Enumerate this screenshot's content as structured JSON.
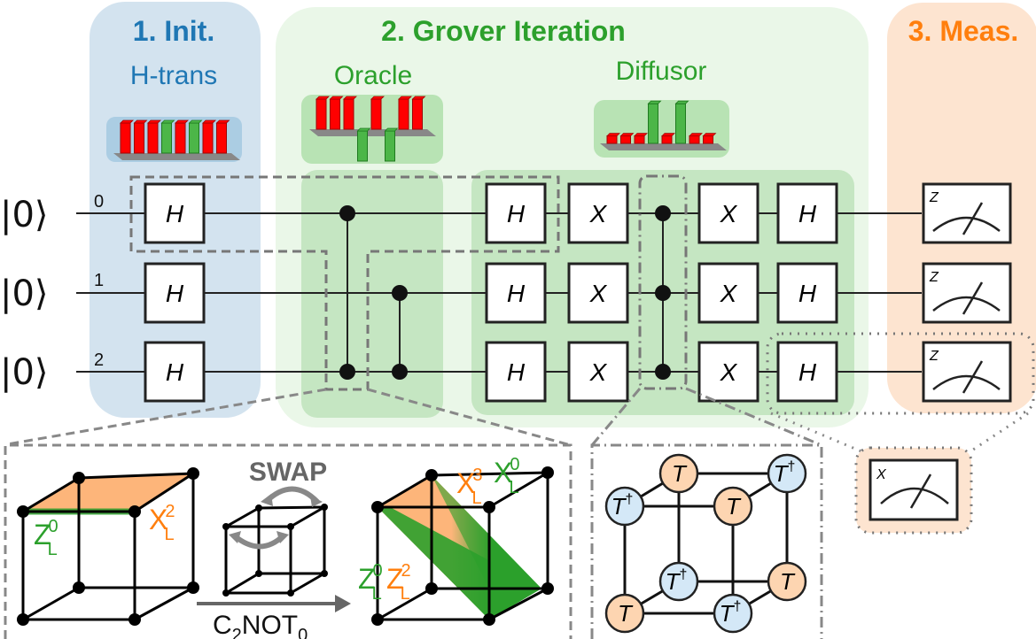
{
  "stages": {
    "init": {
      "title": "1. Init.",
      "subtitle": "H-trans",
      "color": "#1f77b4",
      "bg": "#d3e3ef"
    },
    "grover": {
      "title": "2. Grover Iteration",
      "color": "#2ca02c",
      "bg": "#eaf7e8",
      "oracle": {
        "title": "Oracle"
      },
      "diffusor": {
        "title": "Diffusor"
      }
    },
    "meas": {
      "title": "3. Meas.",
      "color": "#ff7f0e",
      "bg": "#fde4d0"
    }
  },
  "qubits": [
    {
      "ket": "|0⟩",
      "index": "0"
    },
    {
      "ket": "|0⟩",
      "index": "1"
    },
    {
      "ket": "|0⟩",
      "index": "2"
    }
  ],
  "gates": {
    "hadamard": "H",
    "pauli_x": "X"
  },
  "measurement": {
    "basis_z": "Z",
    "basis_x": "X"
  },
  "amplitude_histograms": {
    "init": {
      "bars": [
        1,
        1,
        1,
        1,
        1,
        1,
        1,
        1
      ],
      "marked": [
        3,
        5
      ]
    },
    "oracle": {
      "bars": [
        1,
        1,
        1,
        -1,
        1,
        -1,
        1,
        1
      ],
      "marked": [
        3,
        5
      ]
    },
    "diffusor": {
      "bars": [
        0.3,
        0.3,
        0.3,
        1.6,
        0.3,
        1.6,
        0.3,
        0.3
      ],
      "marked": [
        3,
        5
      ]
    }
  },
  "insets": {
    "ccz_cube": {
      "z_label": "Z",
      "z_sup": "0",
      "z_sub": "L",
      "x_label": "X",
      "x_sup": "2",
      "x_sub": "L"
    },
    "transform": {
      "swap_label": "SWAP",
      "cnot_main": "C",
      "cnot_sub1": "2",
      "cnot_mid": "NOT",
      "cnot_sub2": "0"
    },
    "result_cube": {
      "x3_label": "X",
      "x3_sup": "3",
      "x3_sub": "L",
      "x0_label": "X",
      "x0_sup": "0",
      "x0_sub": "L",
      "z0_label": "Z",
      "z0_sup": "0",
      "z0_sub": "L",
      "z2_label": "Z",
      "z2_sup": "2",
      "z2_sub": "L"
    },
    "t_cube": {
      "t_label": "T",
      "tdag_label": "T",
      "dagger": "†"
    }
  },
  "colors": {
    "green": "#2ca02c",
    "orange": "#ff7f0e",
    "blue": "#1f77b4",
    "red_bar": "#ff0000",
    "green_bar": "#4cb648",
    "t_orange": "#fdd5b1",
    "t_blue": "#d4e8f7"
  }
}
